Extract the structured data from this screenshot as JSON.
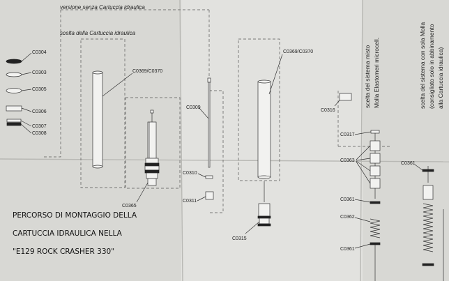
{
  "headings": {
    "version_without": "versione senza Cartuccia idraulica",
    "choice_cartridge": "scelta della Cartuccia idraulica"
  },
  "vertical_notes": {
    "mixed_line1": "scelta del sistema misto",
    "mixed_line2": "Molla Elastomeri microcell.",
    "spring_line1": "scelta del sistema con sola Molla",
    "spring_line2": "(consigliato solo in abbinamento",
    "spring_line3": "alla Cartuccia idraulica)"
  },
  "part_codes": {
    "c0304": "C0304",
    "c0303": "C0303",
    "c0305": "C0305",
    "c0306": "C0306",
    "c0307": "C0307",
    "c0308": "C0308",
    "c0369_a": "C0369/C0370",
    "c0365": "C0365",
    "c0309": "C0309",
    "c0310": "C0310",
    "c0311": "C0311",
    "c0369_b": "C0369/C0370",
    "c0315": "C0315",
    "c0316": "C0316",
    "c0317": "C0317",
    "c0363": "C0363",
    "c0361_a": "C0361",
    "c0362": "C0362",
    "c0361_b": "C0361",
    "c0361_c": "C0361"
  },
  "title_block": {
    "line1": "PERCORSO DI MONTAGGIO DELLA",
    "line2": "CARTUCCIA IDRAULICA NELLA",
    "line3": "\"E129 ROCK CRASHER 330\""
  }
}
